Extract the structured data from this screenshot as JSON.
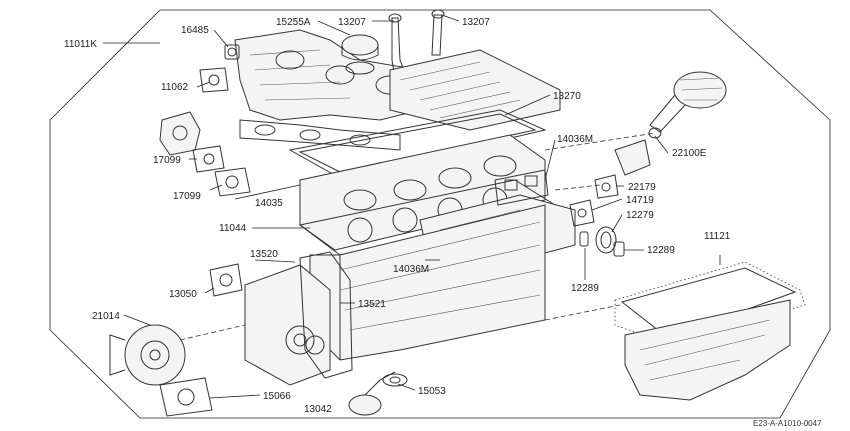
{
  "labels": {
    "p11011K": "11011K",
    "p16485": "16485",
    "p15255A": "15255A",
    "p13207a": "13207",
    "p13207b": "13207",
    "p11062": "11062",
    "p13270": "13270",
    "p14036M_a": "14036M",
    "p22100E": "22100E",
    "p17099a": "17099",
    "p17099b": "17099",
    "p14035": "14035",
    "p22179": "22179",
    "p14719": "14719",
    "p12279": "12279",
    "p11044": "11044",
    "p11121": "11121",
    "p13520": "13520",
    "p14036M_b": "14036M",
    "p12289a": "12289",
    "p12289b": "12289",
    "p13050": "13050",
    "p13521": "13521",
    "p21014": "21014",
    "p15053": "15053",
    "p15066": "15066",
    "p13042": "13042"
  },
  "reference_code": "E23-A-A1010-0047"
}
